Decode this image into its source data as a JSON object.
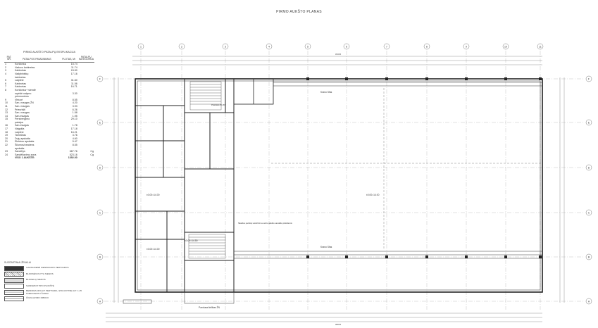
{
  "drawing_title": "PIRMO AUKŠTO PLANAS",
  "schedule": {
    "header": "PIRMO AUKŠTO PATALPŲ EKSPLIKACIJA",
    "col_no": "PAT. NR.",
    "col_name": "PATALPOS PAVADINIMAS",
    "col_area": "PLOTAS, M²",
    "col_cat": "PATALPŲ KATEGORIJA",
    "rows": [
      {
        "no": "1",
        "name": "Koridorius",
        "area": "15.74",
        "cat": ""
      },
      {
        "no": "2",
        "name": "Vadovo kabinetas",
        "area": "11.74",
        "cat": ""
      },
      {
        "no": "3",
        "name": "Kabinetas",
        "area": "24.50",
        "cat": ""
      },
      {
        "no": "4",
        "name": "Vadybininkų",
        "area": "17.16",
        "cat": ""
      },
      {
        "no": "",
        "name": "kabinetas",
        "area": "",
        "cat": ""
      },
      {
        "no": "5",
        "name": "Laiptinė",
        "area": "31.60",
        "cat": ""
      },
      {
        "no": "6",
        "name": "Kabinetas",
        "area": "11.56",
        "cat": ""
      },
      {
        "no": "7",
        "name": "Kabinetas",
        "area": "16.71",
        "cat": ""
      },
      {
        "no": "8",
        "name": "Koridorius+ siendė",
        "area": "",
        "cat": ""
      },
      {
        "no": "",
        "name": "sąrėdė valymo",
        "area": "3.30",
        "cat": ""
      },
      {
        "no": "",
        "name": "priemonėms",
        "area": "",
        "cat": ""
      },
      {
        "no": "9",
        "name": "Virtuvė",
        "area": "8.55",
        "cat": ""
      },
      {
        "no": "10",
        "name": "San. mazgas ŽN",
        "area": "4.20",
        "cat": ""
      },
      {
        "no": "11",
        "name": "San. mazgas",
        "area": "3.93",
        "cat": ""
      },
      {
        "no": "12",
        "name": "Prieurkšti",
        "area": "6.26",
        "cat": ""
      },
      {
        "no": "13",
        "name": "San. mazgas",
        "area": "1.58",
        "cat": ""
      },
      {
        "no": "14",
        "name": "San.mazgas",
        "area": "1.95",
        "cat": ""
      },
      {
        "no": "15",
        "name": "Persirengimo",
        "area": "29.10",
        "cat": ""
      },
      {
        "no": "",
        "name": "patalpa",
        "area": "",
        "cat": ""
      },
      {
        "no": "16",
        "name": "San.mazgas",
        "area": "1.78",
        "cat": ""
      },
      {
        "no": "17",
        "name": "Valgykla",
        "area": "17.18",
        "cat": ""
      },
      {
        "no": "18",
        "name": "Laiptinė",
        "area": "16.21",
        "cat": ""
      },
      {
        "no": "19",
        "name": "Tambūras",
        "area": "3.76",
        "cat": ""
      },
      {
        "no": "20",
        "name": "Dujų apskaita",
        "area": "4.60",
        "cat": ""
      },
      {
        "no": "21",
        "name": "Elektros apskaita",
        "area": "5.47",
        "cat": ""
      },
      {
        "no": "22",
        "name": "Šilumos/vandens",
        "area": "8.55",
        "cat": ""
      },
      {
        "no": "",
        "name": "apskaita",
        "area": "",
        "cat": ""
      },
      {
        "no": "23",
        "name": "Sandėlys",
        "area": "667.76",
        "cat": "Cg"
      },
      {
        "no": "24",
        "name": "Sandėliavimo zona",
        "area": "523.16",
        "cat": "Cg"
      },
      {
        "no": "",
        "name": "VISO 1 AUKŠTE:",
        "area": "1392.00",
        "cat": "",
        "total": true
      }
    ]
  },
  "legend": {
    "title": "SUSITARTINIAI ŽENKLAI",
    "items": [
      {
        "label": "GARSASIENĖ SIENPAKARO PERTVAROS",
        "pattern": "solid-dark"
      },
      {
        "label": "BLOKINĖS PLYTŲ SIENOS",
        "pattern": "hatch"
      },
      {
        "label": "BLOKELIŲ SIENOS",
        "pattern": "light"
      },
      {
        "label": "SANDWICH TIPO PLOKŠTĖ",
        "pattern": "white"
      },
      {
        "label": "BENDRAS IZOLLIT PERTVARA, IZOLIUOTINE ALT. 1.25 KOEFICIENTU ŠVIRAI",
        "pattern": "grid"
      },
      {
        "label": "ČIUKLIAVIMO RIBOJO",
        "pattern": "dash"
      }
    ]
  },
  "grid_columns": [
    "1",
    "2",
    "3",
    "4",
    "5",
    "6",
    "7",
    "8",
    "9",
    "10",
    "11"
  ],
  "grid_rows": [
    "F",
    "E",
    "D",
    "C",
    "B",
    "A"
  ],
  "plan_labels": {
    "crane_top": "Krano Sfas",
    "crane_bottom": "Krano Sfas",
    "main_hall_level": "±0.00=14.00",
    "office_level_1": "±0.00=14.00",
    "office_level_2": "±0.00=14.00",
    "stair_level": "±0.00=14.50",
    "ramp_label": "Pandusai kėlikas ŽN",
    "stair_label": "Pastatas 81.66",
    "note": "Skaldos parnklų sutvirtinti su antro aukšto sandėlio plokštėmis",
    "dim_total_width": "33315",
    "dim_total_bottom": "36815"
  },
  "colors": {
    "line": "#333333",
    "grid": "#888888",
    "wall": "#222222"
  }
}
